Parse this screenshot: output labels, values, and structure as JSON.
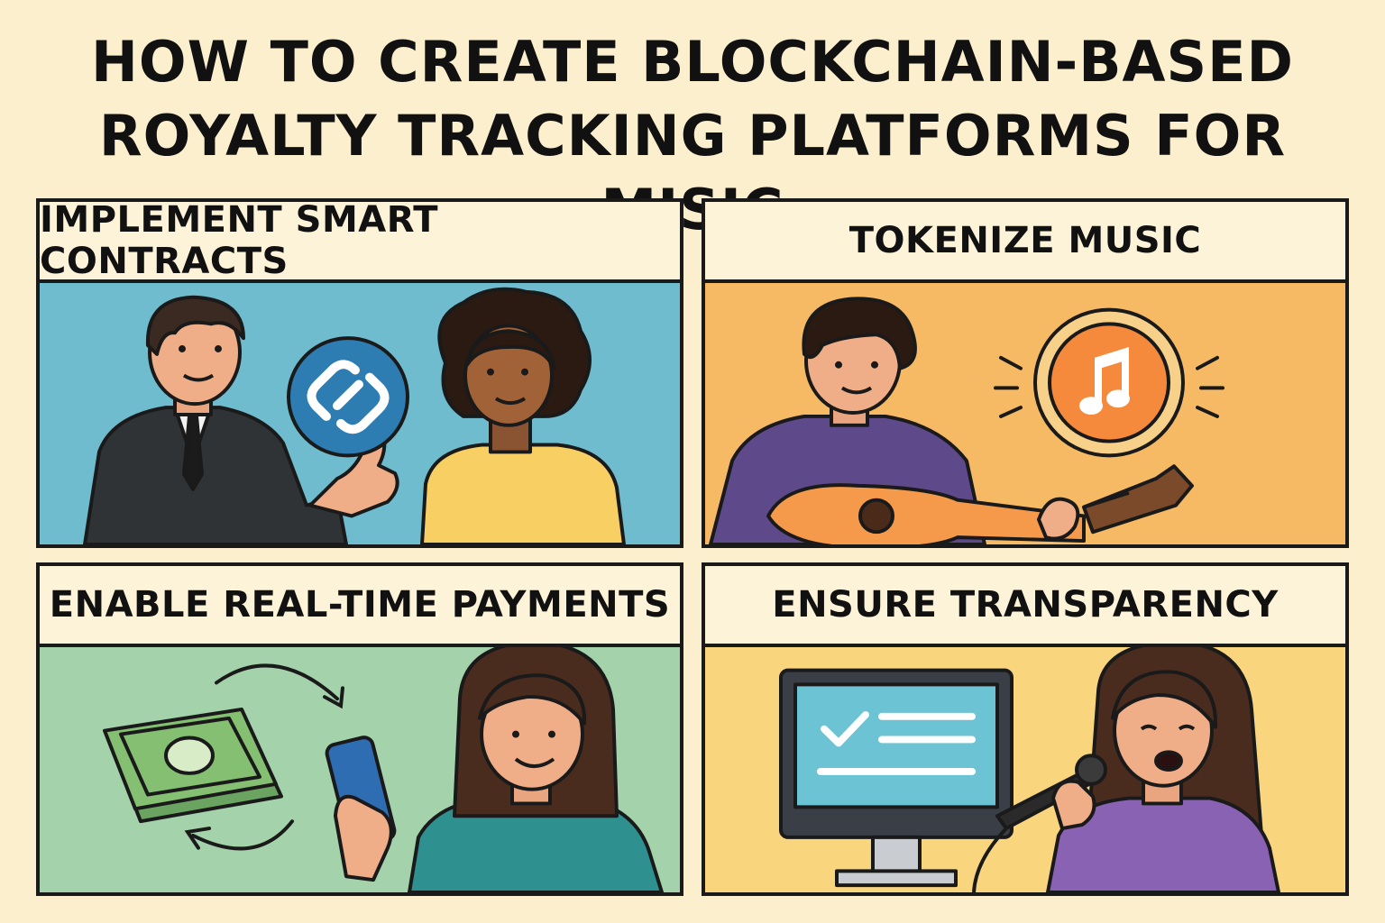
{
  "title": {
    "line1": "HOW TO CREATE BLOCKCHAIN-BASED",
    "line2": "ROYALTY TRACKING PLATFORMS FOR MISIC"
  },
  "panels": [
    {
      "label": "IMPLEMENT SMART CONTRACTS",
      "background": "#6fbcce",
      "icon": "chain-link-icon"
    },
    {
      "label": "TOKENIZE MUSIC",
      "background": "#f6ba64",
      "icon": "music-note-coin-icon"
    },
    {
      "label": "ENABLE REAL-TIME PAYMENTS",
      "background": "#a3d2ab",
      "icon": "money-stack-icon"
    },
    {
      "label": "ENSURE TRANSPARENCY",
      "background": "#f9d57e",
      "icon": "checklist-monitor-icon"
    }
  ]
}
